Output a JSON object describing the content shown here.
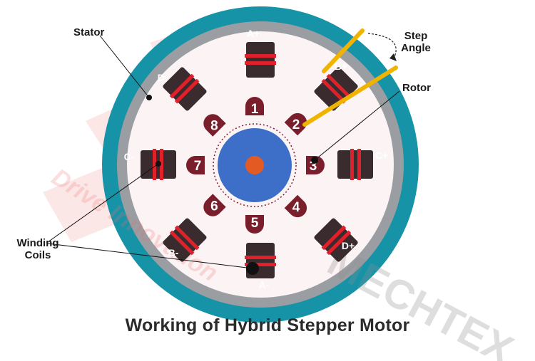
{
  "title": "Working of Hybrid Stepper Motor",
  "watermark": {
    "line1": "Drive Innovation",
    "brand": "MECHTEX"
  },
  "callouts": {
    "stator": "Stator",
    "rotor": "Rotor",
    "step_angle_1": "Step",
    "step_angle_2": "Angle",
    "winding_1": "Winding",
    "winding_2": "Coils"
  },
  "poles": [
    {
      "label": "A+"
    },
    {
      "label": "B+"
    },
    {
      "label": "C+"
    },
    {
      "label": "D+"
    },
    {
      "label": "A-"
    },
    {
      "label": "B-"
    },
    {
      "label": "C-"
    },
    {
      "label": "D-"
    }
  ],
  "teeth": [
    "1",
    "2",
    "3",
    "4",
    "5",
    "6",
    "7",
    "8"
  ],
  "colors": {
    "outer_ring": "#1793a8",
    "stator_ring": "#9a9ea3",
    "inner_bg": "#fcf3f4",
    "coil_body": "#3a2b2e",
    "coil_band": "#e0202a",
    "tooth": "#7a1e2b",
    "rotor_disk": "#3d6fc8",
    "rotor_core": "#e35a22",
    "pointer": "#f0b400",
    "watermark": "#ef6b6b"
  }
}
